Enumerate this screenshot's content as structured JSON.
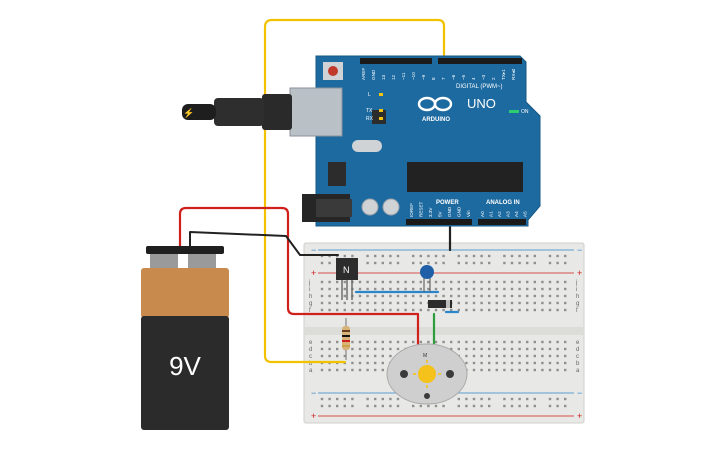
{
  "battery": {
    "label": "9V",
    "color_top": "#c98a4e",
    "color_body": "#2b2b2b"
  },
  "arduino": {
    "brand": "ARDUINO",
    "model": "UNO",
    "digital_header_title": "DIGITAL (PWM~)",
    "digital_pins": [
      "AREF",
      "GND",
      "13",
      "12",
      "~11",
      "~10",
      "~9",
      "8",
      "7",
      "~6",
      "~5",
      "4",
      "~3",
      "2",
      "TX▸1",
      "RX◂0"
    ],
    "power_header_title": "POWER",
    "power_pins": [
      "IOREF",
      "RESET",
      "3.3V",
      "5V",
      "GND",
      "GND",
      "Vin"
    ],
    "analog_header_title": "ANALOG IN",
    "analog_pins": [
      "A0",
      "A1",
      "A2",
      "A3",
      "A4",
      "A5"
    ],
    "led_labels": [
      "L",
      "TX",
      "RX"
    ],
    "on_label": "ON",
    "board_color": "#1d6aa0"
  },
  "breadboard": {
    "top_rail_minus": "−",
    "top_rail_plus": "+",
    "bottom_rail_minus": "−",
    "bottom_rail_plus": "+",
    "row_letters_upper": [
      "j",
      "i",
      "h",
      "g",
      "f"
    ],
    "row_letters_lower": [
      "e",
      "d",
      "c",
      "b",
      "a"
    ]
  },
  "transistor": {
    "label": "N"
  },
  "motor": {
    "label": "M"
  },
  "wire_colors": {
    "red": "#d0201c",
    "black": "#222222",
    "yellow": "#f2c200",
    "green": "#2e9e3c",
    "blue": "#2b86c9"
  }
}
